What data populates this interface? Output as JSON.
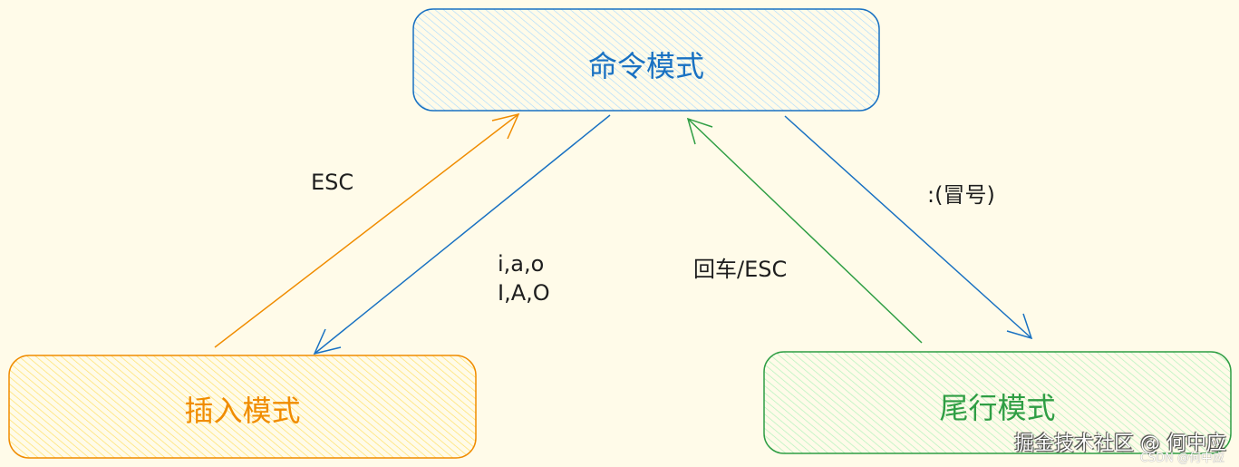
{
  "nodes": {
    "command": {
      "label": "命令模式",
      "color": "#1971c2",
      "fill": "#a5d8ff"
    },
    "insert": {
      "label": "插入模式",
      "color": "#f08c00",
      "fill": "#ffec99"
    },
    "lastline": {
      "label": "尾行模式",
      "color": "#2f9e44",
      "fill": "#b2f2bb"
    }
  },
  "edges": {
    "insert_to_command": {
      "label": "ESC",
      "color": "#f08c00"
    },
    "command_to_insert": {
      "label_line1": "i,a,o",
      "label_line2": "I,A,O",
      "color": "#1971c2"
    },
    "lastline_to_command": {
      "label": "回车/ESC",
      "color": "#2f9e44"
    },
    "command_to_lastline": {
      "label": ":(冒号)",
      "color": "#1971c2"
    }
  },
  "watermark": {
    "main": "掘金技术社区 @ 何中应",
    "secondary": "CSDN @何中应"
  }
}
